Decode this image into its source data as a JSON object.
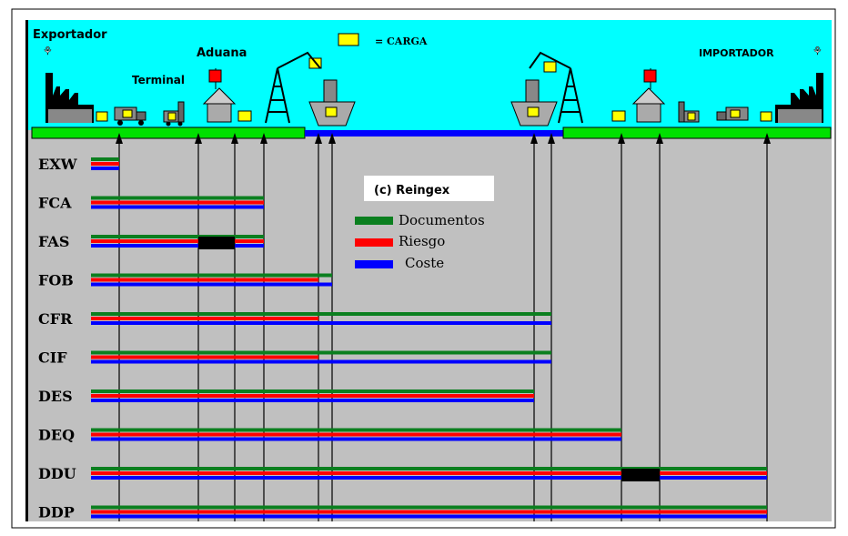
{
  "header": {
    "exporter": "Exportador",
    "customs": "Aduana",
    "terminal": "Terminal",
    "importer": "IMPORTADOR",
    "cargo_legend": "= CARGA"
  },
  "copyright": "(c) Reingex",
  "legend": [
    {
      "key": "documentos",
      "label": "Documentos",
      "color": "#0b7f1f"
    },
    {
      "key": "riesgo",
      "label": "Riesgo",
      "color": "#ff0000"
    },
    {
      "key": "coste",
      "label": "Coste",
      "color": "#0000ff"
    }
  ],
  "colors": {
    "sky": "#00ffff",
    "ground": "#c0c0c0",
    "land": "#00e000",
    "sea": "#0000ff",
    "cargo": "#ffff00",
    "customs_block": "#000000",
    "factory": "#000000"
  },
  "terms": [
    {
      "code": "EXW",
      "documentos_to": "premises",
      "riesgo_to": "premises",
      "coste_to": "premises",
      "blocked": null
    },
    {
      "code": "FCA",
      "documentos_to": "terminal",
      "riesgo_to": "terminal",
      "coste_to": "terminal",
      "blocked": null
    },
    {
      "code": "FAS",
      "documentos_to": "terminal",
      "riesgo_to": "terminal",
      "coste_to": "terminal",
      "blocked": "export customs"
    },
    {
      "code": "FOB",
      "documentos_to": "ship-load",
      "riesgo_to": "ship-rail",
      "coste_to": "ship-load",
      "blocked": null
    },
    {
      "code": "CFR",
      "documentos_to": "ship-arrival",
      "riesgo_to": "ship-rail",
      "coste_to": "ship-arrival",
      "blocked": null
    },
    {
      "code": "CIF",
      "documentos_to": "ship-arrival",
      "riesgo_to": "ship-rail",
      "coste_to": "ship-arrival",
      "blocked": null
    },
    {
      "code": "DES",
      "documentos_to": "ship-destination",
      "riesgo_to": "ship-destination",
      "coste_to": "ship-destination",
      "blocked": null
    },
    {
      "code": "DEQ",
      "documentos_to": "destination-quay",
      "riesgo_to": "destination-quay",
      "coste_to": "destination-quay",
      "blocked": null
    },
    {
      "code": "DDU",
      "documentos_to": "importer",
      "riesgo_to": "importer",
      "coste_to": "importer",
      "blocked": "import customs"
    },
    {
      "code": "DDP",
      "documentos_to": "importer",
      "riesgo_to": "importer",
      "coste_to": "importer",
      "blocked": null
    }
  ]
}
